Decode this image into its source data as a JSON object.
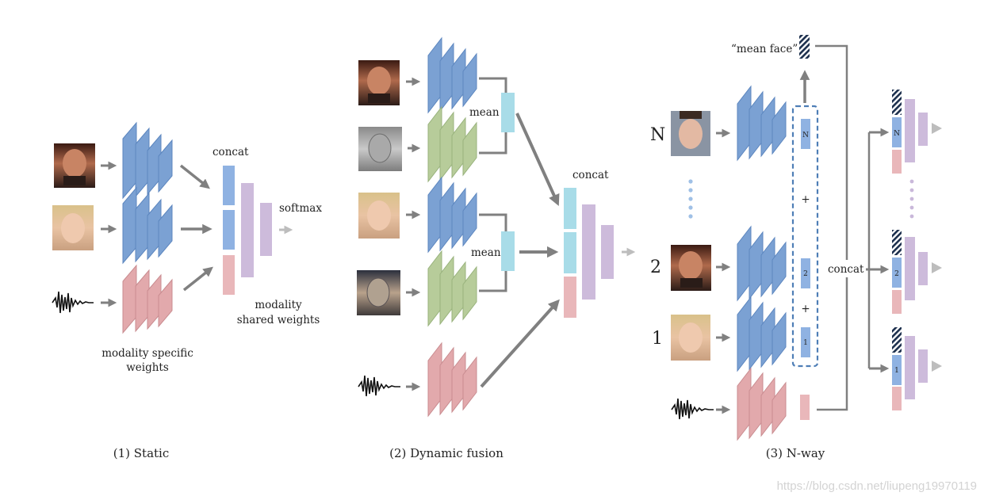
{
  "colors": {
    "blue": "#7BA1D3",
    "blue_dark": "#5C86BF",
    "green": "#B7CC9A",
    "green_dark": "#98B27C",
    "pink": "#E2A9AC",
    "pink_dark": "#C98C90",
    "feat_blue": "#8FB2E2",
    "feat_pink": "#E9B7BA",
    "lightblue": "#A8DCE8",
    "lavender": "#CDBBDB",
    "arrow": "#808080",
    "arrow_light": "#BDBDBD",
    "dashed_box": "#4E7EB6"
  },
  "panel1": {
    "caption": "(1) Static",
    "concat": "concat",
    "softmax": "softmax",
    "shared_line1": "modality",
    "shared_line2": "shared weights",
    "specific_line1": "modality specific",
    "specific_line2": "weights"
  },
  "panel2": {
    "caption": "(2) Dynamic fusion",
    "mean_top": "mean",
    "mean_bottom": "mean",
    "concat": "concat"
  },
  "panel3": {
    "caption": "(3) N-way",
    "mean_face": "“mean face”",
    "row_labels": [
      "N",
      "2",
      "1"
    ],
    "slot_labels": [
      "N",
      "2",
      "1"
    ],
    "plus": "+",
    "concat": "concat"
  },
  "watermark": "https://blog.csdn.net/liupeng19970119"
}
